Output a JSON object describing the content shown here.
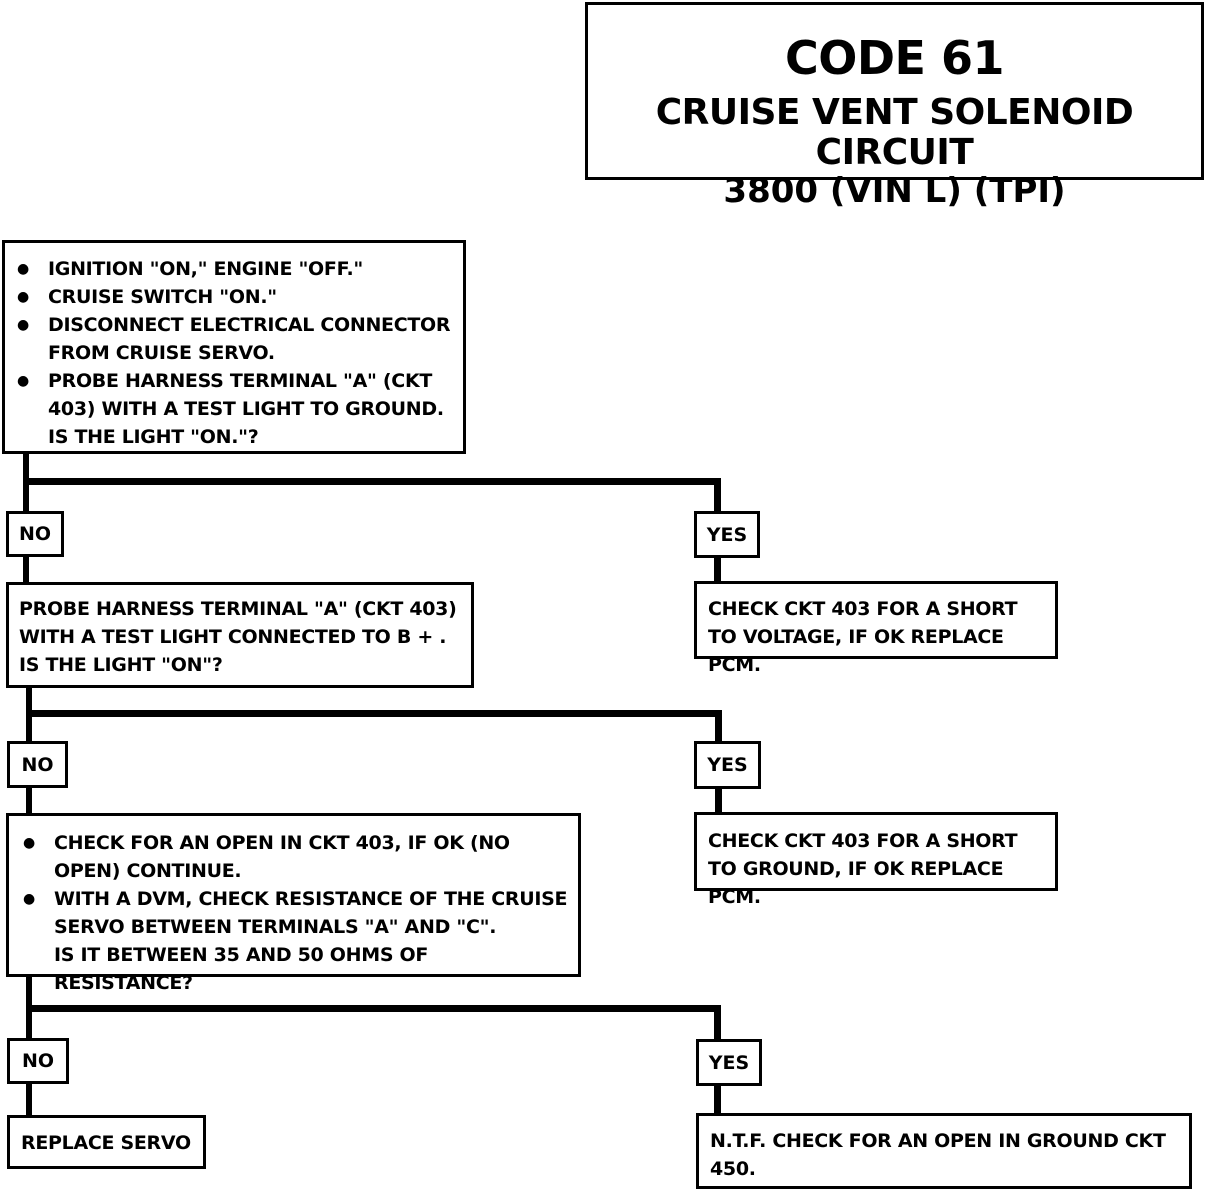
{
  "header": {
    "code": "CODE 61",
    "subtitle": "CRUISE VENT SOLENOID CIRCUIT",
    "engine": "3800  (VIN L)  (TPI)"
  },
  "step1": {
    "bullets": [
      "IGNITION \"ON,\" ENGINE \"OFF.\"",
      "CRUISE SWITCH \"ON.\"",
      "DISCONNECT ELECTRICAL CONNECTOR FROM CRUISE SERVO.",
      "PROBE HARNESS TERMINAL \"A\" (CKT 403) WITH A TEST LIGHT TO GROUND."
    ],
    "question": "IS THE LIGHT \"ON.\"?"
  },
  "step2": {
    "text": "PROBE HARNESS TERMINAL \"A\" (CKT 403) WITH A TEST  LIGHT CONNECTED TO B + . IS THE LIGHT \"ON\"?"
  },
  "step2_yes_result": {
    "text": "CHECK CKT 403 FOR A SHORT TO VOLTAGE, IF OK REPLACE PCM."
  },
  "step3": {
    "bullets": [
      "CHECK FOR AN OPEN IN CKT 403, IF OK (NO OPEN) CONTINUE.",
      "WITH A DVM, CHECK RESISTANCE OF THE CRUISE SERVO BETWEEN TERMINALS \"A\" AND \"C\"."
    ],
    "question": "IS IT BETWEEN 35 AND 50 OHMS OF RESISTANCE?"
  },
  "step3_yes_result": {
    "text": "CHECK CKT 403 FOR A SHORT TO GROUND, IF OK REPLACE PCM."
  },
  "step4_no_result": {
    "text": "REPLACE SERVO"
  },
  "step4_yes_result": {
    "text": "N.T.F.  CHECK FOR AN OPEN IN GROUND CKT 450."
  },
  "labels": {
    "no": "NO",
    "yes": "YES"
  }
}
